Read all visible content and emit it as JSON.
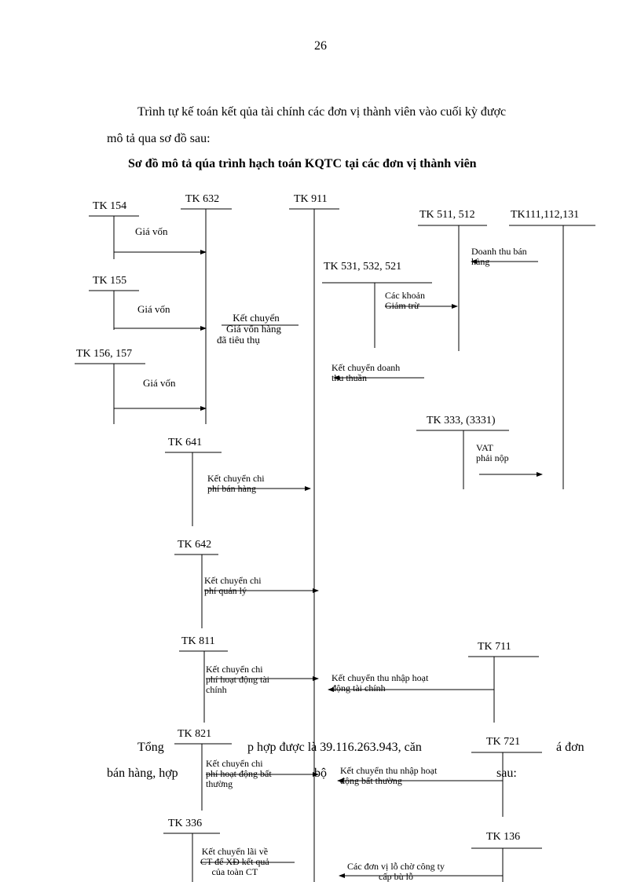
{
  "page_number": "26",
  "intro": {
    "line1": "Trình tự kế toán kết qủa tài chính các đơn vị thành viên vào cuối kỳ được",
    "line2": "mô tả qua sơ đồ sau:"
  },
  "diagram_title": "Sơ đồ mô tả qúa trình hạch toán KQTC tại các đơn vị thành viên",
  "accounts": {
    "tk154": "TK 154",
    "tk632": "TK 632",
    "tk911": "TK 911",
    "tk511": "TK 511, 512",
    "tk111": "TK111,112,131",
    "tk531": "TK 531, 532, 521",
    "tk155": "TK 155",
    "tk156": "TK 156, 157",
    "tk333": "TK 333, (3331)",
    "tk641": "TK 641",
    "tk642": "TK 642",
    "tk811": "TK 811",
    "tk711": "TK 711",
    "tk821": "TK 821",
    "tk721": "TK 721",
    "tk336": "TK 336",
    "tk136": "TK 136"
  },
  "labels": {
    "gia_von_1": "Giá vốn",
    "gia_von_2": "Giá vốn",
    "gia_von_3": "Giá vốn",
    "kc_gvhb": [
      "Kết chuyển",
      "Giá vốn hàng",
      "đã tiêu thụ"
    ],
    "doanh_thu_ban_hang": [
      "Doanh thu bán",
      "hàng"
    ],
    "cac_khoan_giam_tru": [
      "Các khoản",
      "Giảm trừ"
    ],
    "kc_doanh_thu_thuan": [
      "Kết chuyển doanh",
      "thu thuần"
    ],
    "vat": [
      "VAT",
      "phải nộp"
    ],
    "kc_cp_ban_hang": [
      "Kết chuyển chi",
      "phí bán hàng"
    ],
    "kc_cp_quan_ly": [
      "Kết chuyển chi",
      "phí quản lý"
    ],
    "kc_cp_hdtc": [
      "Kết chuyển chi",
      "phí hoạt động tài",
      "chính"
    ],
    "kc_tn_hdtc": [
      "Kết chuyển thu nhập hoạt",
      "động tài chính"
    ],
    "kc_cp_bat_thuong": [
      "Kết chuyển chi",
      "phí hoạt động bất",
      "thường"
    ],
    "kc_tn_bat_thuong": [
      "Kết chuyển thu nhập hoạt",
      "động bất thường"
    ],
    "kc_lai": [
      "Kết chuyển lãi về",
      "CT để XĐ kết quả",
      "của toàn CT"
    ],
    "don_vi_lo": [
      "Các đơn vị lỗ chờ công ty",
      "cấp bù lỗ"
    ]
  },
  "bottom_text": {
    "line1_a": "Tổng",
    "line1_b": "p hợp được là  39.116.263.943,  căn",
    "line1_c": "á đơn",
    "line2_a": "bán hàng, hợp",
    "line2_b": "bộ",
    "line2_c": "sau:"
  }
}
